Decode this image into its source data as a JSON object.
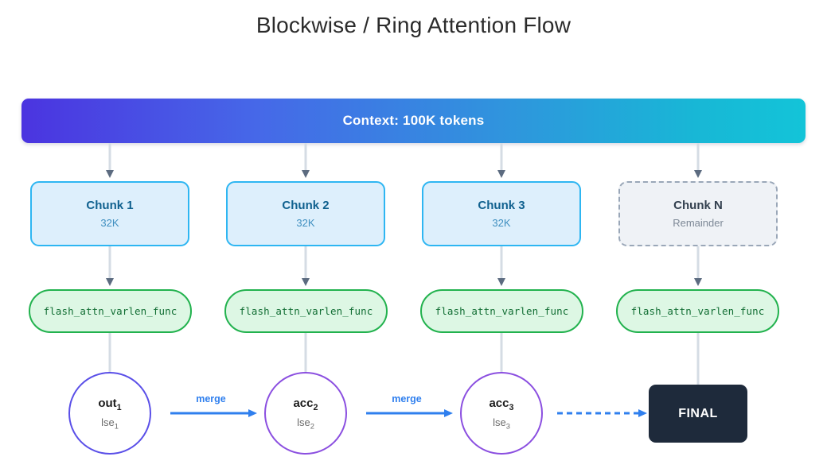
{
  "page": {
    "title": "Blockwise / Ring Attention Flow",
    "background": "#ffffff"
  },
  "context_bar": {
    "label": "Context: 100K tokens",
    "gradient_from": "#4b34e0",
    "gradient_to": "#13c4d8"
  },
  "chunks": [
    {
      "title": "Chunk 1",
      "sub": "32K",
      "style": "solid"
    },
    {
      "title": "Chunk 2",
      "sub": "32K",
      "style": "solid"
    },
    {
      "title": "Chunk 3",
      "sub": "32K",
      "style": "solid"
    },
    {
      "title": "Chunk N",
      "sub": "Remainder",
      "style": "dashed"
    }
  ],
  "kernels": [
    {
      "label": "flash_attn_varlen_func"
    },
    {
      "label": "flash_attn_varlen_func"
    },
    {
      "label": "flash_attn_varlen_func"
    },
    {
      "label": "flash_attn_varlen_func"
    }
  ],
  "accumulators": [
    {
      "main": "out",
      "main_sub": "1",
      "lse": "lse",
      "lse_sub": "1",
      "stroke": "#5a4fe8"
    },
    {
      "main": "acc",
      "main_sub": "2",
      "lse": "lse",
      "lse_sub": "2",
      "stroke": "#8b4fe0"
    },
    {
      "main": "acc",
      "main_sub": "3",
      "lse": "lse",
      "lse_sub": "3",
      "stroke": "#8b4fe0"
    }
  ],
  "merge_edges": [
    {
      "label": "merge"
    },
    {
      "label": "merge"
    }
  ],
  "final": {
    "label": "FINAL",
    "fill": "#1e2a3b"
  },
  "colors": {
    "chunk_fill": "#ddeffc",
    "chunk_border": "#2eb6f2",
    "chunk_title": "#10618f",
    "chunk_sub": "#3f8fc0",
    "dashed_fill": "#eff2f6",
    "dashed_border": "#9aa7b8",
    "kernel_fill": "#ddf7e4",
    "kernel_border": "#22b24e",
    "kernel_text": "#126e34",
    "connector": "#d5dce4",
    "arrowhead": "#5c6b80",
    "merge_arrow": "#2f7fee"
  }
}
